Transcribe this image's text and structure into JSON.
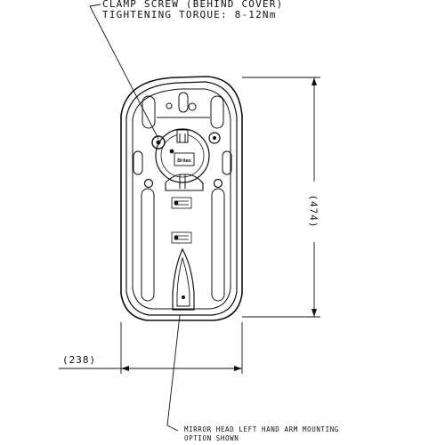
{
  "notes": {
    "clamp_screw": "CLAMP SCREW (BEHIND COVER)",
    "torque": "TIGHTENING TORQUE: 8-12Nm",
    "mirror_head_line1": "MIRROR HEAD LEFT HAND ARM MOUNTING",
    "mirror_head_line2": "OPTION SHOWN"
  },
  "dimensions": {
    "height": "(474)",
    "width": "(238)"
  },
  "badge": {
    "brand": "Britax"
  },
  "colors": {
    "line": "#111111",
    "background": "#ffffff"
  }
}
